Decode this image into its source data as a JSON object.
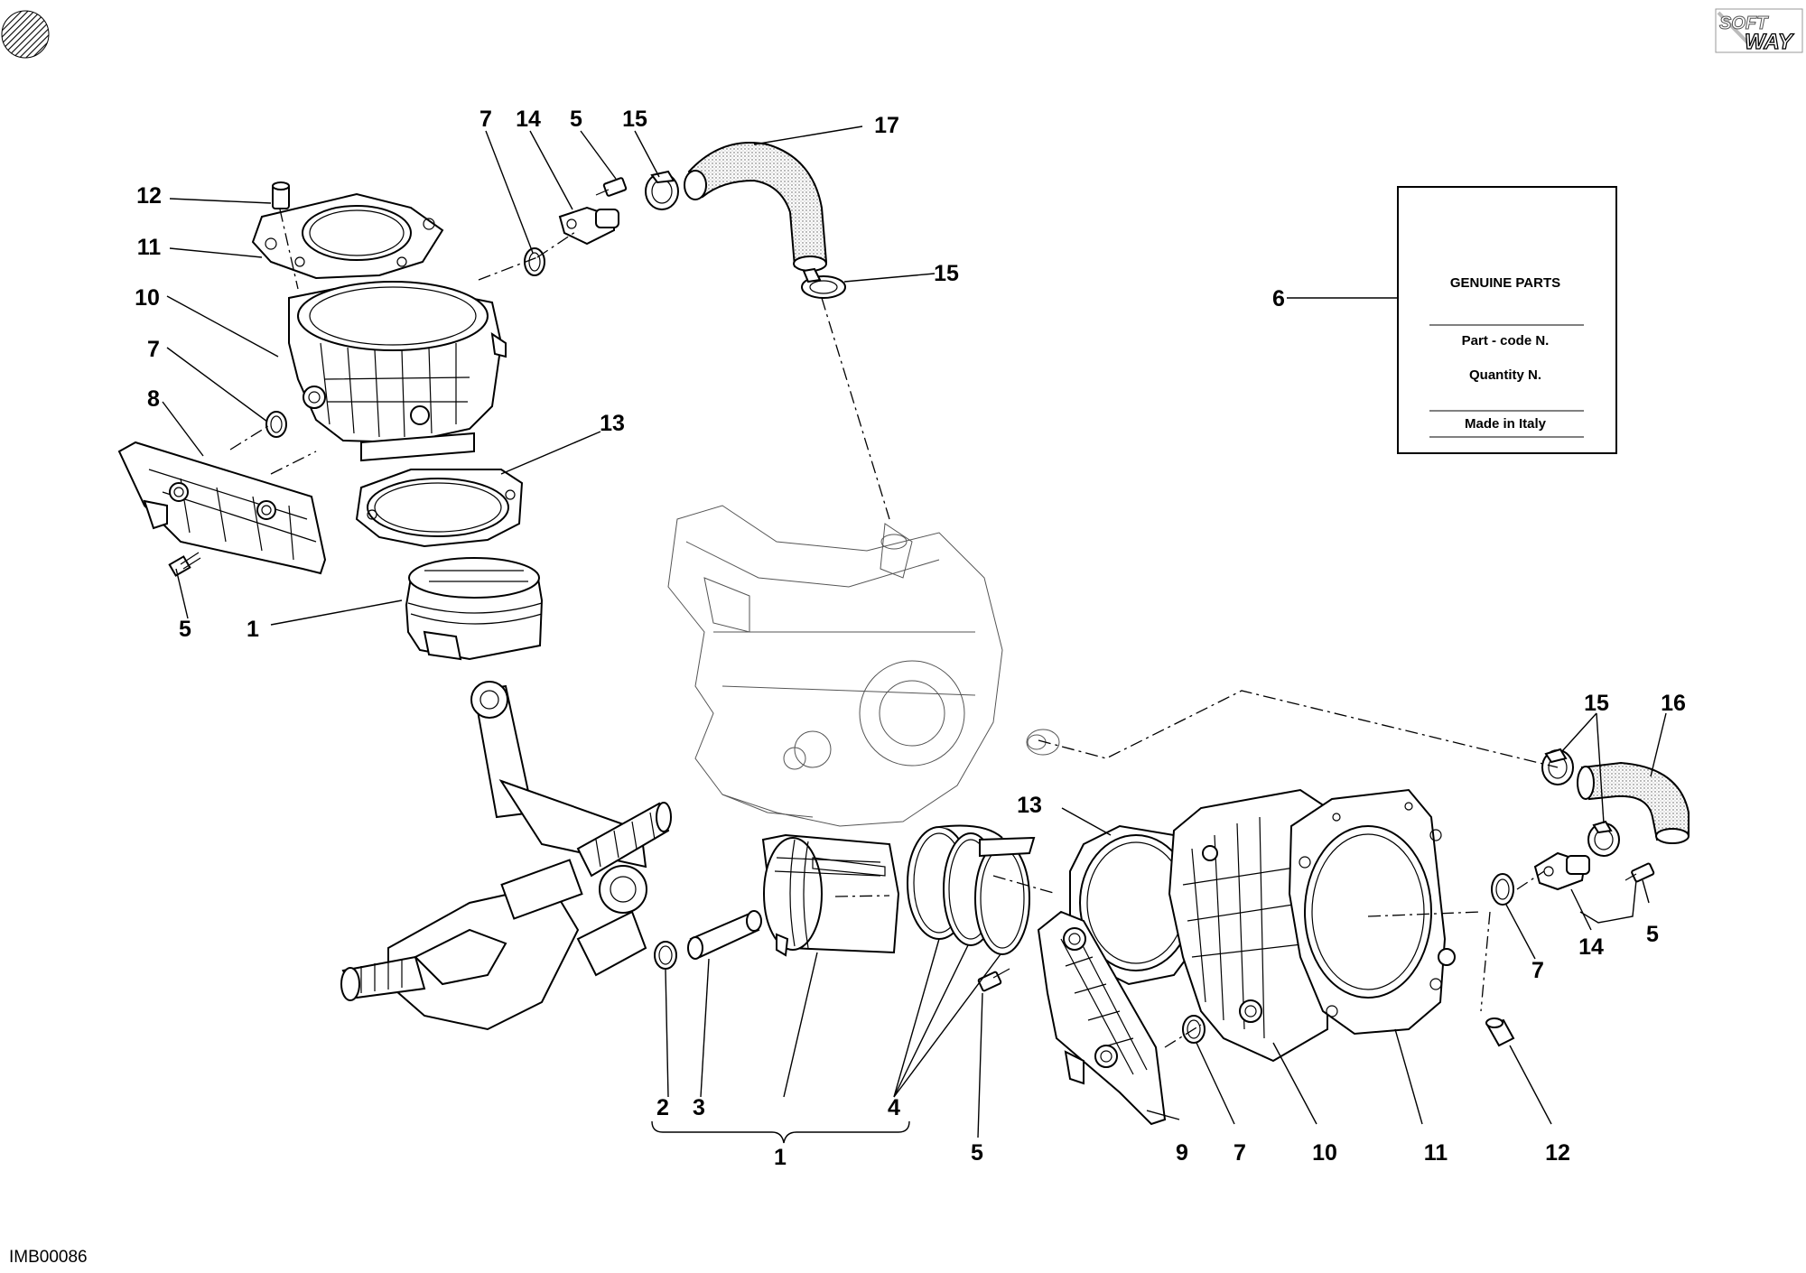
{
  "diagram": {
    "image_code": "IMB00086",
    "brand_logo_text": [
      "SOFT",
      "WAY"
    ],
    "label_card": {
      "title": "GENUINE PARTS",
      "line1": "Part - code N.",
      "line2": "Quantity N.",
      "footer": "Made in Italy"
    },
    "callouts": {
      "c1": "1",
      "c2": "2",
      "c3": "3",
      "c4": "4",
      "c5": "5",
      "c6": "6",
      "c7": "7",
      "c8": "8",
      "c9": "9",
      "c10": "10",
      "c11": "11",
      "c12": "12",
      "c13": "13",
      "c14": "14",
      "c15": "15",
      "c16": "16",
      "c17": "17"
    },
    "icons": {
      "corner_disc": "striped-disc-icon",
      "brand_logo": "softway-logo-icon"
    }
  }
}
